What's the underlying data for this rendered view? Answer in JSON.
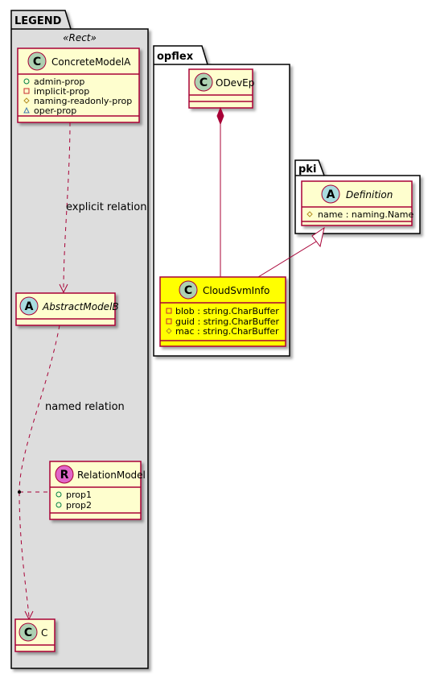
{
  "colors": {
    "class_fill": "#FEFECE",
    "class_border": "#A80036",
    "highlight_fill": "#FFFF00",
    "legend_fill": "#DDDDDD",
    "circle_class": "#ADD1B2",
    "circle_abstract": "#A9DCDF",
    "circle_relation": "#E066C8"
  },
  "packages": {
    "legend": {
      "title": "LEGEND",
      "stereotype": "«Rect»"
    },
    "opflex": {
      "title": "opflex"
    },
    "pki": {
      "title": "pki"
    }
  },
  "classes": {
    "concrete_model_a": {
      "icon": "C",
      "name": "ConcreteModelA",
      "attributes": [
        {
          "visibility": "public",
          "text": "admin-prop"
        },
        {
          "visibility": "private",
          "text": "implicit-prop"
        },
        {
          "visibility": "protected",
          "text": "naming-readonly-prop"
        },
        {
          "visibility": "package",
          "text": "oper-prop"
        }
      ]
    },
    "abstract_model_b": {
      "icon": "A",
      "name": "AbstractModelB"
    },
    "relation_model": {
      "icon": "R",
      "name": "RelationModel",
      "attributes": [
        {
          "visibility": "public",
          "text": "prop1"
        },
        {
          "visibility": "public",
          "text": "prop2"
        }
      ]
    },
    "c": {
      "icon": "C",
      "name": "C"
    },
    "odev_ep": {
      "icon": "C",
      "name": "ODevEp"
    },
    "cloud_svm_info": {
      "icon": "C",
      "name": "CloudSvmInfo",
      "attributes": [
        {
          "visibility": "private",
          "text": "blob : string.CharBuffer"
        },
        {
          "visibility": "private",
          "text": "guid : string.CharBuffer"
        },
        {
          "visibility": "protected",
          "text": "mac : string.CharBuffer"
        }
      ]
    },
    "definition": {
      "icon": "A",
      "name": "Definition",
      "attributes": [
        {
          "visibility": "protected",
          "text": "name : naming.Name"
        }
      ]
    }
  },
  "relations": {
    "explicit": "explicit relation",
    "named": "named relation"
  }
}
